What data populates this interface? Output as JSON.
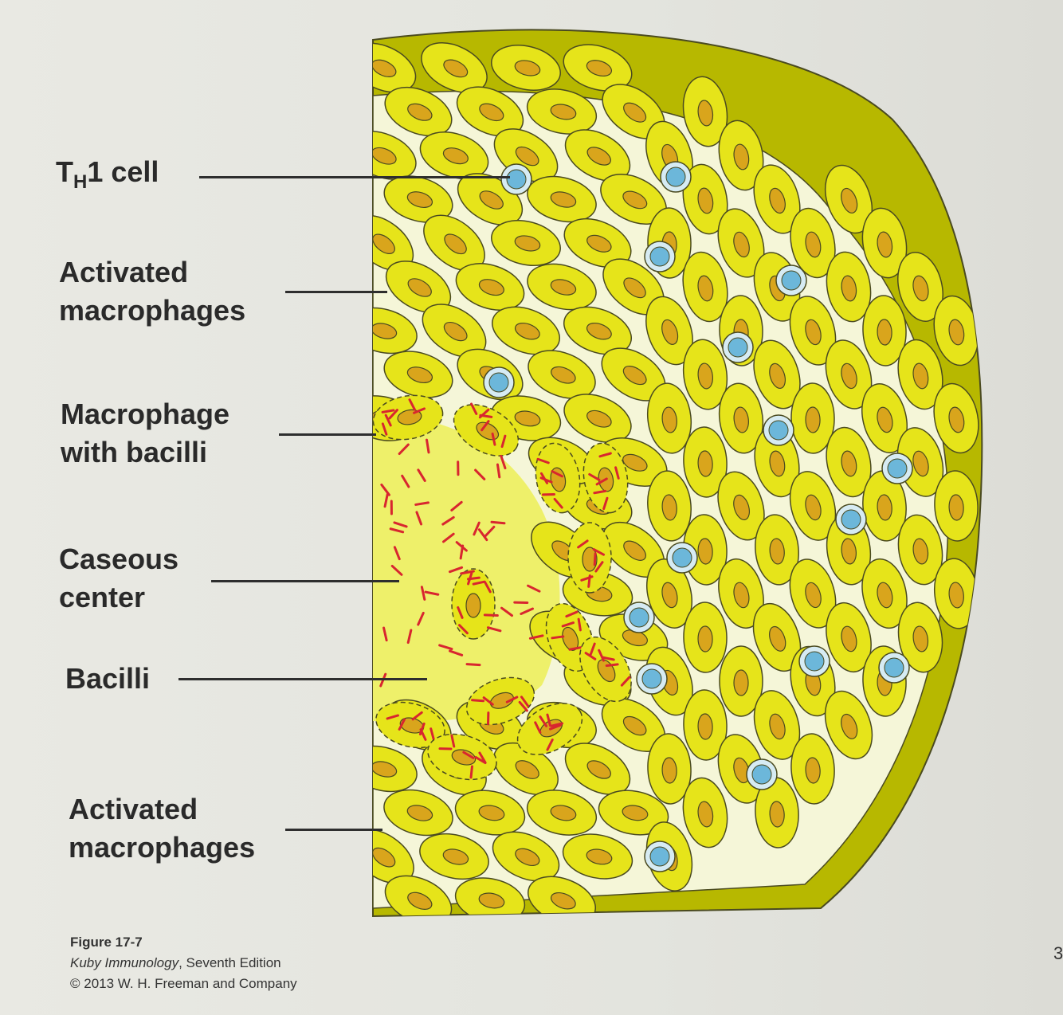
{
  "labels": {
    "th1_main": "T",
    "th1_sub": "H",
    "th1_rest": "1 cell",
    "activated_1_line1": "Activated",
    "activated_1_line2": "macrophages",
    "mac_bacilli_line1": "Macrophage",
    "mac_bacilli_line2": "with bacilli",
    "caseous_line1": "Caseous",
    "caseous_line2": "center",
    "bacilli": "Bacilli",
    "activated_2_line1": "Activated",
    "activated_2_line2": "macrophages"
  },
  "caption": {
    "figure": "Figure 17-7",
    "book": "Kuby Immunology",
    "edition": ", Seventh Edition",
    "copyright": "© 2013 W. H. Freeman and Company"
  },
  "page_number": "3",
  "colors": {
    "cell_fill": "#e6e41a",
    "cell_outer": "#b3b500",
    "nucleus": "#d9a51c",
    "th1_cell": "#6cb7da",
    "bacillus": "#d8262f",
    "caseous": "#eef06a",
    "outline": "#4a4a20"
  }
}
